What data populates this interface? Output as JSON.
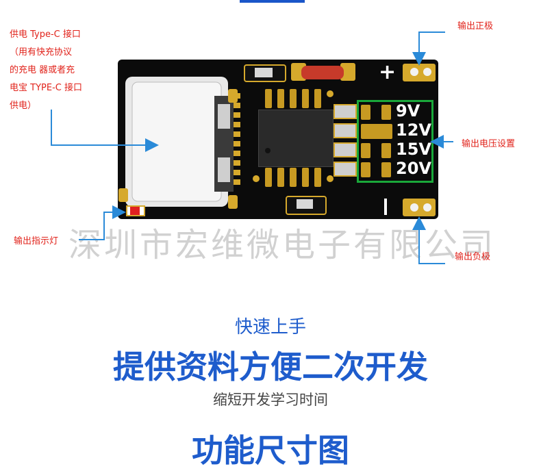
{
  "annotations": {
    "typec_input": "供电 Type-C 接口\n（用有快充协议\n的充电 器或者充\n电宝 TYPE-C 接口\n供电）",
    "positive_out": "输出正极",
    "voltage_setting": "输出电压设置",
    "indicator": "输出指示灯",
    "negative_out": "输出负极"
  },
  "board": {
    "plus_mark": "+",
    "minus_mark": "—",
    "voltages": [
      "9V",
      "12V",
      "15V",
      "20V"
    ]
  },
  "watermark": "深圳市宏维微电子有限公司",
  "section1": {
    "subtitle": "快速上手",
    "title": "提供资料方便二次开发",
    "caption": "缩短开发学习时间"
  },
  "section2": {
    "title": "功能尺寸图"
  },
  "colors": {
    "annotation_red": "#e1231b",
    "arrow_blue": "#2a8ad8",
    "brand_blue": "#1e5ccc",
    "pcb_black": "#0b0b0b",
    "select_green": "#1aa83a",
    "pad_gold": "#c79a22"
  }
}
